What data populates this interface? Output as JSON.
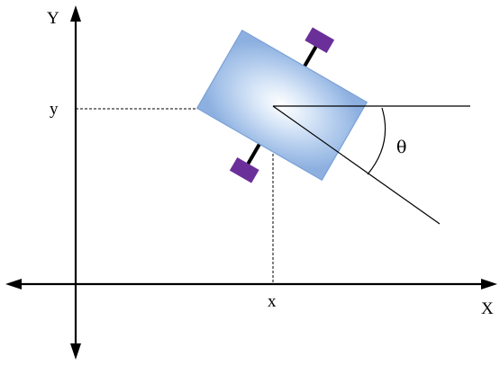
{
  "labels": {
    "y_axis": "Y",
    "x_axis": "X",
    "y_coordinate": "y",
    "x_coordinate": "x",
    "angle": "θ"
  },
  "colors": {
    "line": "#000000",
    "robot_edge": "#93b4de",
    "robot_center": "#ffffff",
    "robot_inner": "#bcd4f1",
    "robot_outer": "#7aa1d7",
    "wheel": "#6b2f9a"
  },
  "icons": {
    "robot": "robot-body",
    "wheel": "wheel-icon"
  }
}
